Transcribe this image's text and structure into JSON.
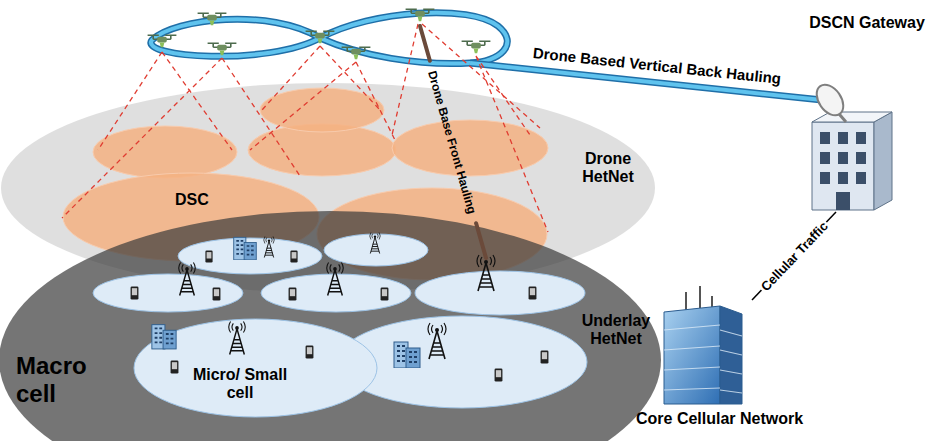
{
  "diagram": {
    "nodes": [
      {
        "text": [
          "Drone HetNet"
        ]
      },
      {
        "text": [
          "DSC"
        ],
        "in": 0
      },
      {
        "text": [
          "Macro cell",
          "Underlay HetNet"
        ]
      },
      {
        "text": [
          "Micro/ Small cell"
        ],
        "in": 2
      },
      {
        "text": [
          "DSCN Gateway"
        ]
      },
      {
        "text": [
          "Core Cellular Network"
        ]
      }
    ],
    "edges": [
      {
        "from": 5,
        "to": 4,
        "label": "Cellular Traffic",
        "arrow": "none"
      }
    ],
    "labels": [
      "Drone Based Vertical Back Hauling",
      "Drone Base Front Hauling"
    ]
  }
}
